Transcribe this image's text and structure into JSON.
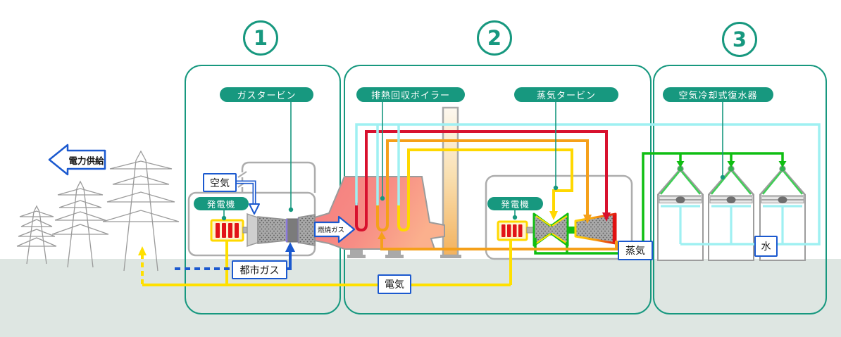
{
  "sections": [
    {
      "number": "1",
      "pill": "ガスタービン"
    },
    {
      "number": "2",
      "pill_boiler": "排熱回収ボイラー",
      "pill_steam_turbine": "蒸気タービン"
    },
    {
      "number": "3",
      "pill": "空気冷却式復水器"
    }
  ],
  "equipment": {
    "generator_gas": "発電機",
    "generator_steam": "発電機"
  },
  "flows": {
    "power_supply": "電力供給",
    "air": "空気",
    "city_gas": "都市ガス",
    "combustion_gas": "燃焼ガス",
    "electricity": "電気",
    "steam": "蒸気",
    "water": "水"
  },
  "colors": {
    "teal": "#17987f",
    "blue": "#1b59cf",
    "red_pipe": "#d8112e",
    "orange_pipe": "#f5a01a",
    "yellow_pipe": "#ffd800",
    "electricity_yellow": "#ffe000",
    "green_pipe": "#0fbe12",
    "cyan_pipe": "#9ff0f2",
    "boiler_pink": "#f68c85",
    "machine_gray": "#a9a9a9",
    "ground": "#dee6e2"
  }
}
